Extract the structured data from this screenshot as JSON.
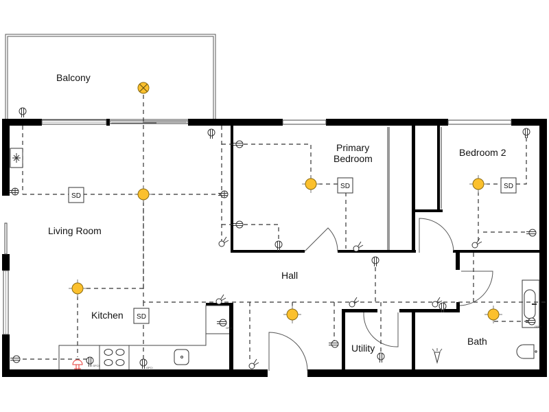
{
  "title": "Apartment Electrical Floor Plan",
  "rooms": [
    {
      "id": "balcony",
      "label": "Balcony"
    },
    {
      "id": "living",
      "label": "Living Room"
    },
    {
      "id": "kitchen",
      "label": "Kitchen"
    },
    {
      "id": "primary1",
      "label": "Primary"
    },
    {
      "id": "primary2",
      "label": "Bedroom"
    },
    {
      "id": "bedroom2",
      "label": "Bedroom 2"
    },
    {
      "id": "hall",
      "label": "Hall"
    },
    {
      "id": "utility",
      "label": "Utility"
    },
    {
      "id": "bath",
      "label": "Bath"
    }
  ],
  "smoke_detector_label": "SD",
  "gfci_label": "GFCI",
  "colors": {
    "light_fixture": "#fbc02d",
    "exhaust_hood": "#e53935",
    "wall": "#000000",
    "wiring": "#333333"
  },
  "legend_symbols": {
    "ceiling_light": "ceiling-light-icon",
    "exterior_light": "exterior-light-icon",
    "smoke_detector": "smoke-detector-icon",
    "duplex_outlet": "outlet-icon",
    "quad_outlet": "quad-outlet-icon",
    "switch": "switch-icon",
    "gfci_outlet": "gfci-outlet-icon",
    "ac_unit": "ac-unit-icon",
    "range_hood": "range-hood-icon",
    "shower_head": "shower-icon"
  }
}
